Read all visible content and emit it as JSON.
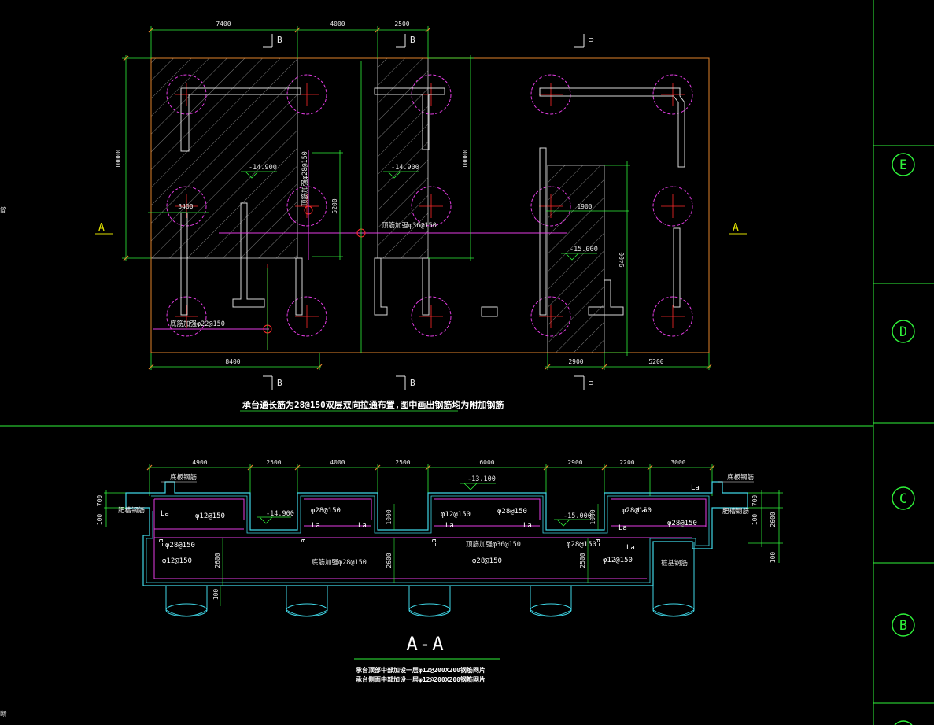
{
  "plan": {
    "top_dims": [
      "7400",
      "4000",
      "2500"
    ],
    "bottom_dims": [
      "8400",
      "2900",
      "5200"
    ],
    "left_dim": "10000",
    "mid_dim_1": "10000",
    "mid_dim_2": "5200",
    "right_dim": "9400",
    "dim_1900": "1900",
    "dim_3400": "3400",
    "section_B": "B",
    "section_C": "⊃",
    "axis_A": "A",
    "elev_1": "-14.900",
    "elev_2": "-14.900",
    "elev_3": "-15.000",
    "rebar_vertical": "顶筋加强φ28@150",
    "rebar_mid": "顶筋加强φ36@150",
    "rebar_bottom": "底筋加强φ22@150",
    "note": "承台通长筋为28@150双层双向拉通布置,图中画出钢筋均为附加钢筋"
  },
  "section": {
    "dims": [
      "4900",
      "2500",
      "4000",
      "2500",
      "6000",
      "2900",
      "2200",
      "3000"
    ],
    "elev_top": "-13.100",
    "elev_1": "-14.900",
    "elev_2": "-15.000",
    "rebar": {
      "r1": "φ12@150",
      "r2": "φ28@150",
      "r3": "φ12@150",
      "r4": "φ28@150",
      "r5": "φ28@150",
      "r6": "φ28@150",
      "r7": "φ28@150",
      "r8": "φ28@150",
      "r9": "φ12@150",
      "r10": "φ28@150",
      "r11": "φ12@150",
      "r12": "顶筋加强φ36@150",
      "r13": "底筋加强φ28@150"
    },
    "la": "La",
    "top_left_label": "底板钢筋",
    "top_right_label": "底板钢筋",
    "side_label_l": "肥槽钢筋",
    "side_label_r": "肥槽钢筋",
    "pile_label": "桩基钢筋",
    "left_dims": [
      "700",
      "100"
    ],
    "right_dims": [
      "700",
      "100",
      "2600",
      "100"
    ],
    "inner_dims": [
      "2600",
      "1000",
      "2600",
      "2500",
      "1000"
    ],
    "pile_dim": "100",
    "title": "A-A",
    "note_1": "承台顶部中部加设一层φ12@200X200钢筋网片",
    "note_2": "承台侧面中部加设一层φ12@200X200钢筋网片"
  },
  "grid_axes": [
    "E",
    "D",
    "C",
    "B"
  ],
  "side_text_top": "简",
  "side_text_bottom": "断",
  "colors": {
    "green": "#2ff23a",
    "magenta": "#e33ce3",
    "orange": "#e0822a",
    "cyan": "#3fd6e6",
    "yellow": "#e0e000",
    "red": "#ff2a2a"
  }
}
